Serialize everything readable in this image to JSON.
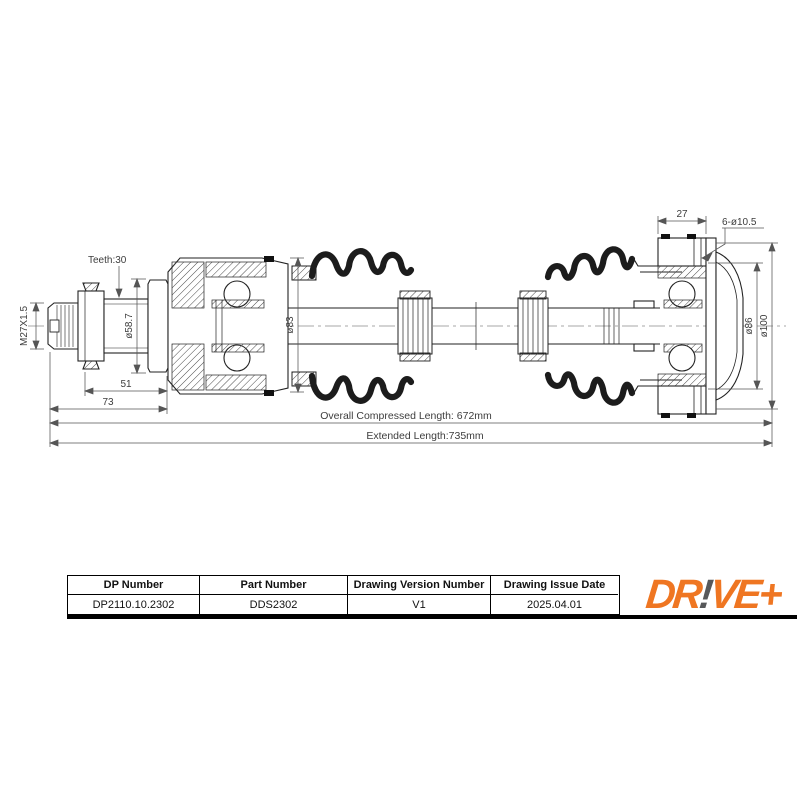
{
  "drawing": {
    "annotations": {
      "teeth": "Teeth:30",
      "thread_spec": "M27X1.5",
      "shaft_diameter": "ø58.7",
      "joint_diameter": "ø83",
      "spline_length": "51",
      "stub_length": "73",
      "hub_width": "27",
      "bolt_holes": "6-ø10.5",
      "race_diameter": "ø86",
      "flange_diameter": "ø100",
      "compressed_length": "Overall  Compressed  Length: 672mm",
      "extended_length": "Extended  Length:735mm"
    }
  },
  "title_block": {
    "headers": [
      "DP Number",
      "Part Number",
      "Drawing Version Number",
      "Drawing Issue Date"
    ],
    "values": [
      "DP2110.10.2302",
      "DDS2302",
      "V1",
      "2025.04.01"
    ]
  },
  "logo": {
    "prefix": "DR",
    "exclamation": "!",
    "suffix": "VE+",
    "brand_color": "#EF7622",
    "exclamation_color": "#57585A"
  }
}
